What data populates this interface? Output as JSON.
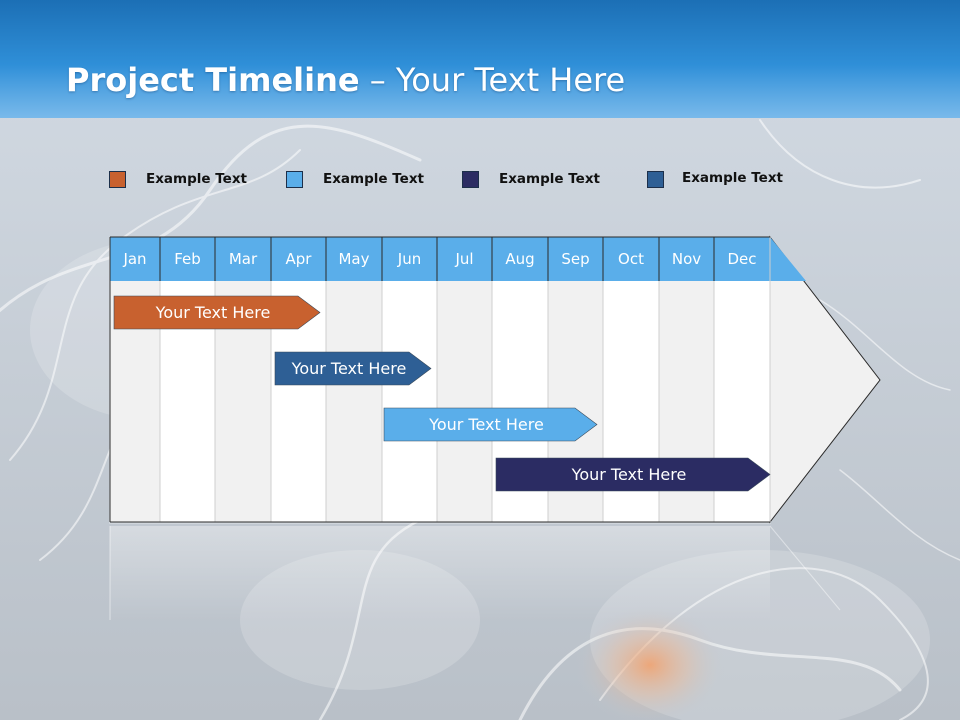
{
  "title": {
    "bold": "Project Timeline",
    "rest": " – Your Text Here"
  },
  "legend": [
    {
      "label": "Example Text",
      "color": "#c8612f"
    },
    {
      "label": "Example Text",
      "color": "#5aaeea"
    },
    {
      "label": "Example Text",
      "color": "#2b2c63"
    },
    {
      "label": "Example Text",
      "color": "#2e5f95"
    }
  ],
  "months": [
    "Jan",
    "Feb",
    "Mar",
    "Apr",
    "May",
    "Jun",
    "Jul",
    "Aug",
    "Sep",
    "Oct",
    "Nov",
    "Dec"
  ],
  "tasks": [
    {
      "label": "Your  Text Here",
      "start_month": "Jan",
      "end_month": "Apr",
      "color": "#c8612f",
      "text_color": "#ffffff"
    },
    {
      "label": "Your  Text Here",
      "start_month": "Apr",
      "end_month": "Jun",
      "color": "#2e5f95",
      "text_color": "#ffffff"
    },
    {
      "label": "Your  Text Here",
      "start_month": "Jun",
      "end_month": "Sep",
      "color": "#5aaeea",
      "text_color": "#ffffff"
    },
    {
      "label": "Your  Text Here",
      "start_month": "Aug",
      "end_month": "Dec",
      "color": "#2b2c63",
      "text_color": "#ffffff"
    }
  ],
  "colors": {
    "header": "#5aaeea",
    "banner": "#2f86cc"
  }
}
